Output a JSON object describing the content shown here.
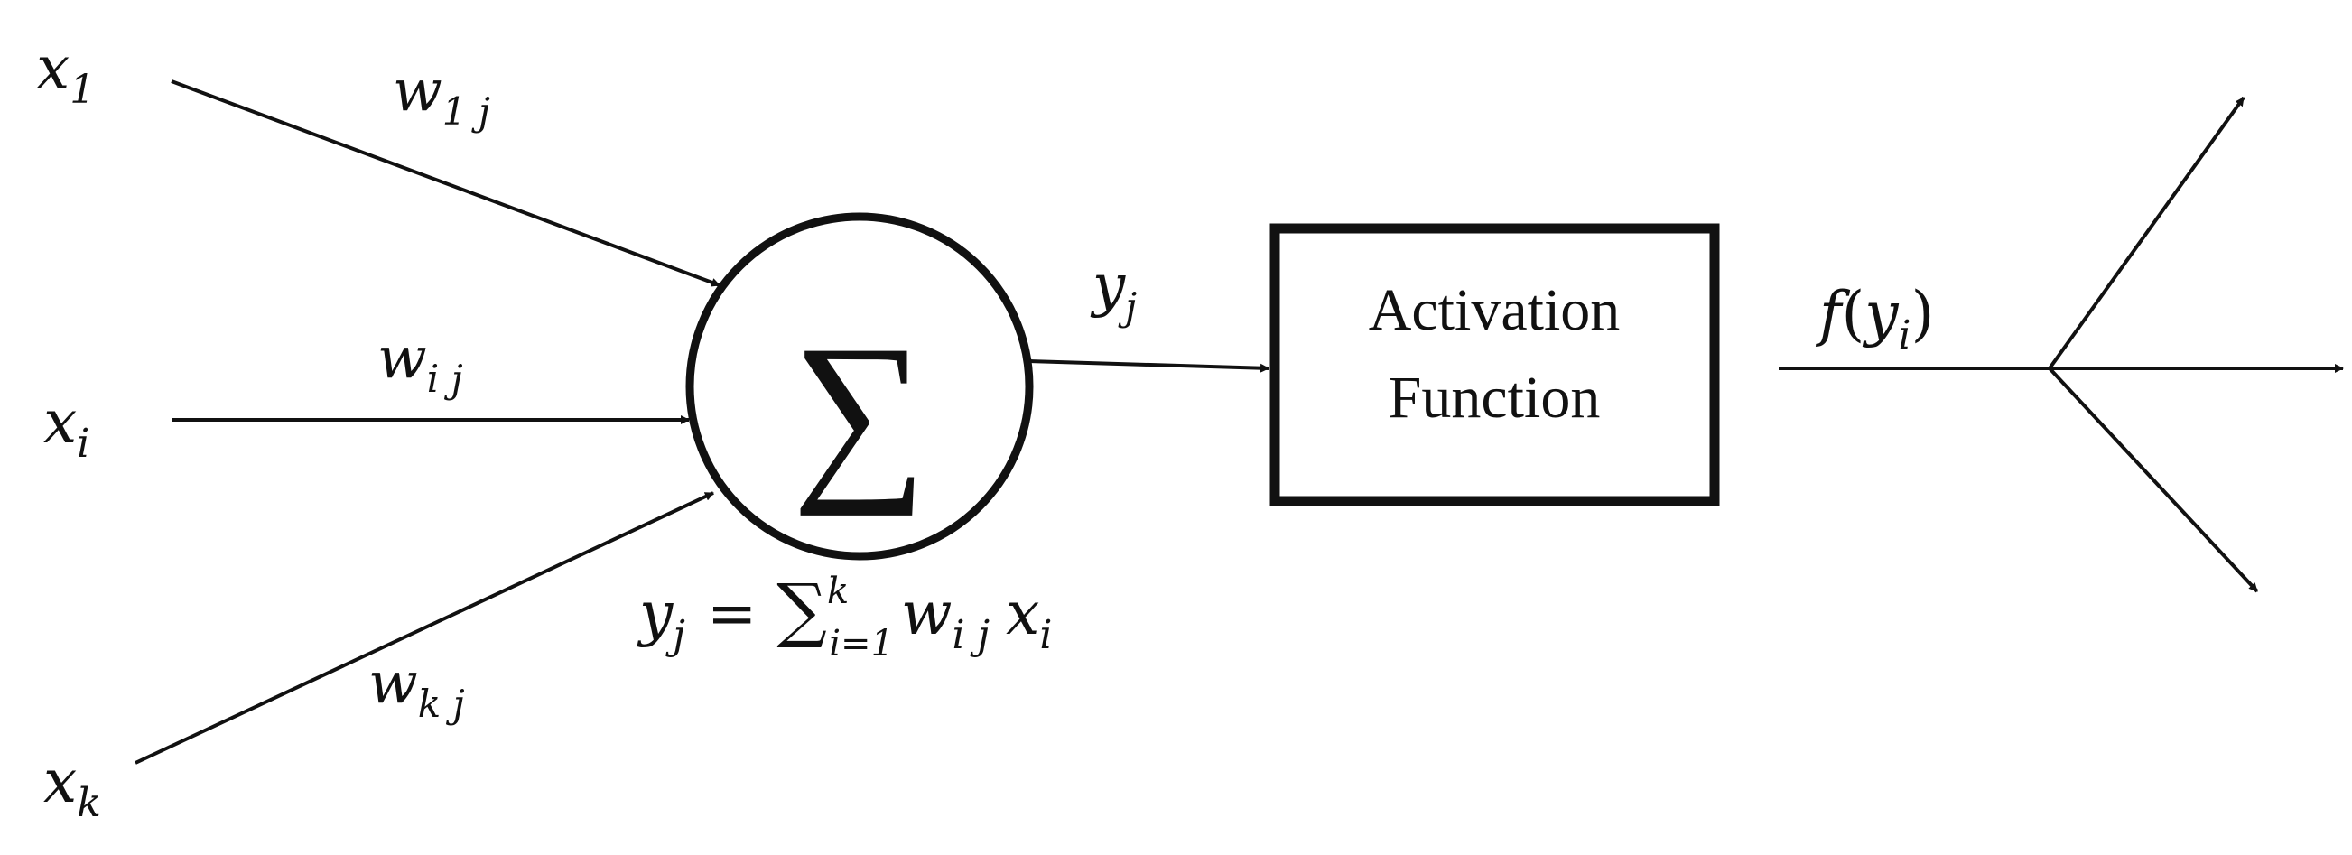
{
  "inputs": {
    "x1": {
      "base": "x",
      "sub": "1"
    },
    "xi": {
      "base": "x",
      "sub": "i"
    },
    "xk": {
      "base": "x",
      "sub": "k"
    }
  },
  "weights": {
    "w1j": {
      "base": "w",
      "sub": "1 j"
    },
    "wij": {
      "base": "w",
      "sub": "i j"
    },
    "wkj": {
      "base": "w",
      "sub": "k j"
    }
  },
  "summation": {
    "symbol": "∑"
  },
  "sum_output": {
    "base": "y",
    "sub": "j"
  },
  "formula": {
    "lhs_base": "y",
    "lhs_sub": "j",
    "equals": "=",
    "sum_symbol": "∑",
    "sum_upper": "k",
    "sum_lower": "i=1",
    "term_w_base": "w",
    "term_w_sub": "i j",
    "term_x_base": "x",
    "term_x_sub": "i"
  },
  "activation": {
    "line1": "Activation",
    "line2": "Function"
  },
  "output": {
    "func": "f",
    "open_paren": "(",
    "arg_base": "y",
    "arg_sub": "i",
    "close_paren": ")"
  },
  "colors": {
    "stroke": "#111111",
    "background": "#ffffff"
  }
}
